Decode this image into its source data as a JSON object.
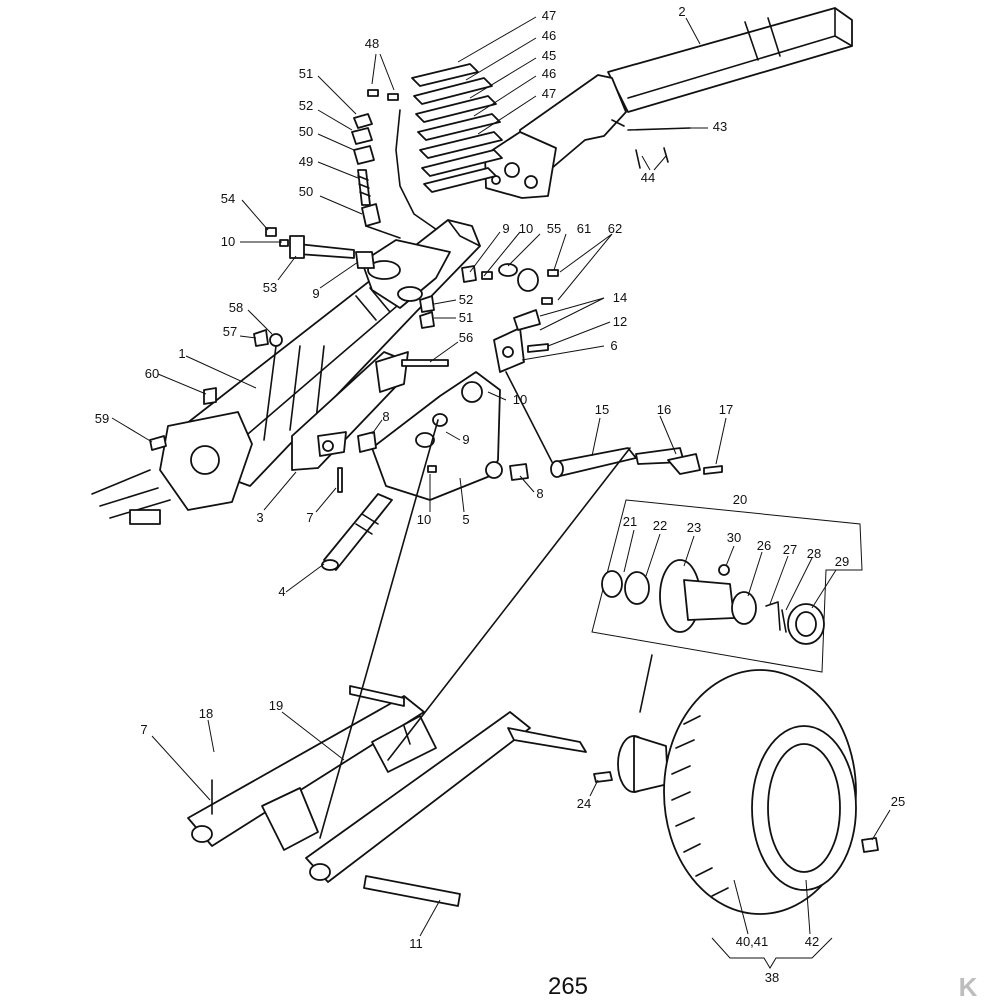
{
  "page_number": "265",
  "logo_text": "K",
  "callouts": [
    {
      "id": "c47a",
      "text": "47"
    },
    {
      "id": "c46a",
      "text": "46"
    },
    {
      "id": "c45",
      "text": "45"
    },
    {
      "id": "c46b",
      "text": "46"
    },
    {
      "id": "c47b",
      "text": "47"
    },
    {
      "id": "c48",
      "text": "48"
    },
    {
      "id": "c2",
      "text": "2"
    },
    {
      "id": "c51a",
      "text": "51"
    },
    {
      "id": "c52a",
      "text": "52"
    },
    {
      "id": "c50a",
      "text": "50"
    },
    {
      "id": "c49",
      "text": "49"
    },
    {
      "id": "c50b",
      "text": "50"
    },
    {
      "id": "c43",
      "text": "43"
    },
    {
      "id": "c44",
      "text": "44"
    },
    {
      "id": "c54",
      "text": "54"
    },
    {
      "id": "c10a",
      "text": "10"
    },
    {
      "id": "c53",
      "text": "53"
    },
    {
      "id": "c9a",
      "text": "9"
    },
    {
      "id": "c9b",
      "text": "9"
    },
    {
      "id": "c10b",
      "text": "10"
    },
    {
      "id": "c55",
      "text": "55"
    },
    {
      "id": "c61",
      "text": "61"
    },
    {
      "id": "c62",
      "text": "62"
    },
    {
      "id": "c52b",
      "text": "52"
    },
    {
      "id": "c51b",
      "text": "51"
    },
    {
      "id": "c14",
      "text": "14"
    },
    {
      "id": "c12",
      "text": "12"
    },
    {
      "id": "c6",
      "text": "6"
    },
    {
      "id": "c58",
      "text": "58"
    },
    {
      "id": "c57",
      "text": "57"
    },
    {
      "id": "c56",
      "text": "56"
    },
    {
      "id": "c1",
      "text": "1"
    },
    {
      "id": "c60",
      "text": "60"
    },
    {
      "id": "c10c",
      "text": "10"
    },
    {
      "id": "c59",
      "text": "59"
    },
    {
      "id": "c8a",
      "text": "8"
    },
    {
      "id": "c9c",
      "text": "9"
    },
    {
      "id": "c15",
      "text": "15"
    },
    {
      "id": "c16",
      "text": "16"
    },
    {
      "id": "c17",
      "text": "17"
    },
    {
      "id": "c8b",
      "text": "8"
    },
    {
      "id": "c3",
      "text": "3"
    },
    {
      "id": "c7a",
      "text": "7"
    },
    {
      "id": "c10d",
      "text": "10"
    },
    {
      "id": "c5",
      "text": "5"
    },
    {
      "id": "c4",
      "text": "4"
    },
    {
      "id": "c20",
      "text": "20"
    },
    {
      "id": "c21",
      "text": "21"
    },
    {
      "id": "c22",
      "text": "22"
    },
    {
      "id": "c23",
      "text": "23"
    },
    {
      "id": "c30",
      "text": "30"
    },
    {
      "id": "c26",
      "text": "26"
    },
    {
      "id": "c27",
      "text": "27"
    },
    {
      "id": "c28",
      "text": "28"
    },
    {
      "id": "c29",
      "text": "29"
    },
    {
      "id": "c18",
      "text": "18"
    },
    {
      "id": "c19",
      "text": "19"
    },
    {
      "id": "c7b",
      "text": "7"
    },
    {
      "id": "c24",
      "text": "24"
    },
    {
      "id": "c25",
      "text": "25"
    },
    {
      "id": "c11",
      "text": "11"
    },
    {
      "id": "c4041",
      "text": "40,41"
    },
    {
      "id": "c42",
      "text": "42"
    },
    {
      "id": "c38",
      "text": "38"
    }
  ]
}
